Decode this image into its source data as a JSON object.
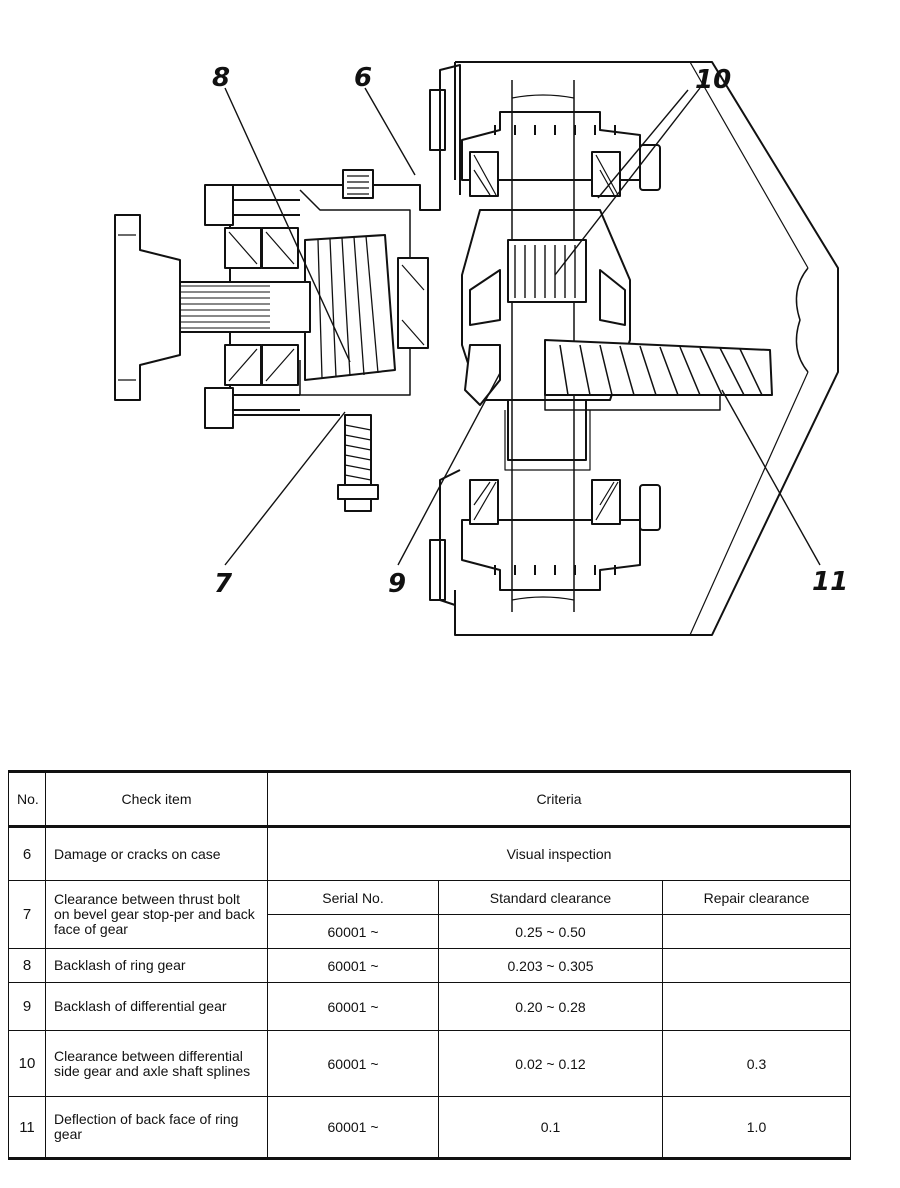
{
  "figure": {
    "callouts": [
      "6",
      "7",
      "8",
      "9",
      "10",
      "11"
    ]
  },
  "table": {
    "headers": {
      "no": "No.",
      "item": "Check item",
      "criteria": "Criteria"
    },
    "sub_headers": {
      "serial": "Serial No.",
      "standard": "Standard clearance",
      "repair": "Repair clearance"
    },
    "rows": [
      {
        "no": "6",
        "item": "Damage or cracks on case",
        "criteria": "Visual inspection"
      },
      {
        "no": "7",
        "item": "Clearance between thrust bolt on bevel gear stop-per and back face of gear",
        "serial": "60001 ~",
        "standard": "0.25 ~ 0.50",
        "repair": ""
      },
      {
        "no": "8",
        "item": "Backlash of ring gear",
        "serial": "60001 ~",
        "standard": "0.203 ~ 0.305",
        "repair": ""
      },
      {
        "no": "9",
        "item": "Backlash of differential gear",
        "serial": "60001 ~",
        "standard": "0.20 ~ 0.28",
        "repair": ""
      },
      {
        "no": "10",
        "item": "Clearance between differential side gear and axle shaft splines",
        "serial": "60001 ~",
        "standard": "0.02 ~ 0.12",
        "repair": "0.3"
      },
      {
        "no": "11",
        "item": "Deflection of back face of ring gear",
        "serial": "60001 ~",
        "standard": "0.1",
        "repair": "1.0"
      }
    ]
  }
}
